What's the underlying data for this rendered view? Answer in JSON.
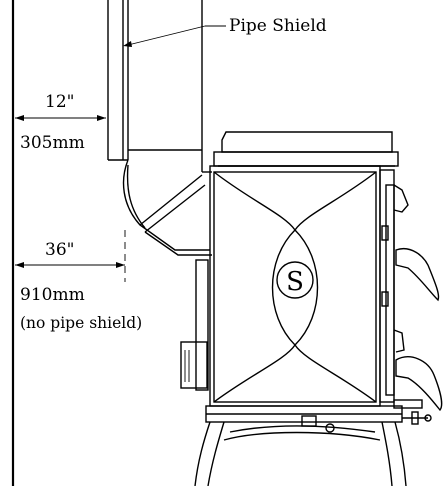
{
  "labels": {
    "pipe_shield": "Pipe Shield",
    "dim_12_in": "12\"",
    "dim_305_mm": "305mm",
    "dim_36_in": "36\"",
    "dim_910_mm": "910mm",
    "no_pipe_shield": "(no pipe shield)"
  },
  "emblem": {
    "letter": "S"
  }
}
